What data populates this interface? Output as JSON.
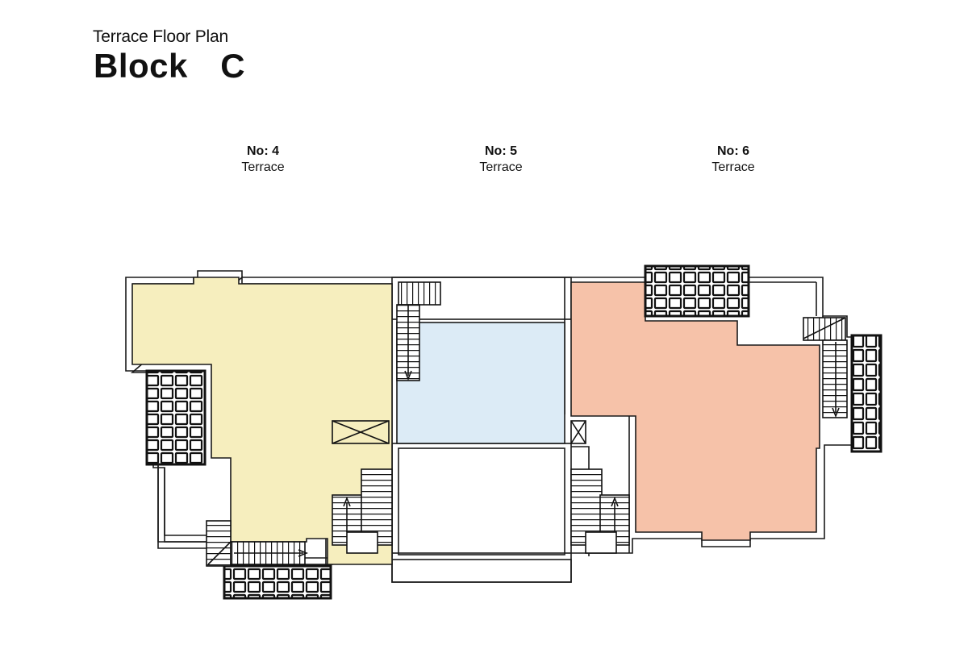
{
  "header": {
    "subtitle": "Terrace Floor Plan",
    "title": "Block  C"
  },
  "units": [
    {
      "number": "No: 4",
      "type": "Terrace",
      "color": "#f6eebe"
    },
    {
      "number": "No: 5",
      "type": "Terrace",
      "color": "#dcebf6"
    },
    {
      "number": "No: 6",
      "type": "Terrace",
      "color": "#f6c2a9"
    }
  ],
  "colors": {
    "line": "#1a1a1a",
    "background": "#ffffff"
  }
}
